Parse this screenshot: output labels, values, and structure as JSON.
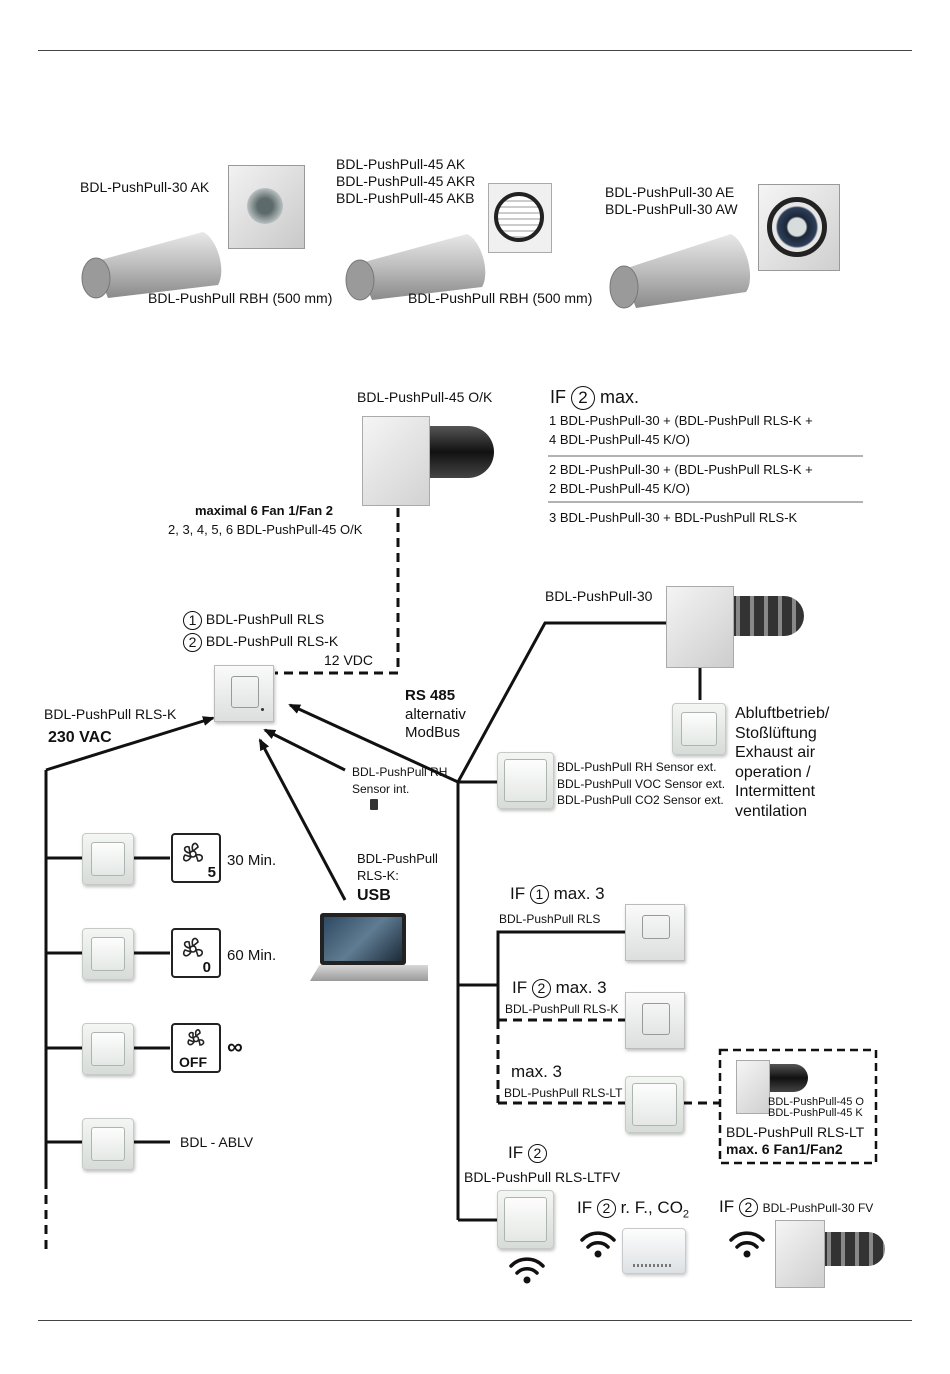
{
  "top_products": {
    "p1_label": "BDL-PushPull-30 AK",
    "p2_labels": [
      "BDL-PushPull-45 AK",
      "BDL-PushPull-45 AKR",
      "BDL-PushPull-45 AKB"
    ],
    "p3_labels": [
      "BDL-PushPull-30 AE",
      "BDL-PushPull-30 AW"
    ],
    "pipe1_label": "BDL-PushPull RBH (500 mm)",
    "pipe2_label": "BDL-PushPull RBH (500 mm)"
  },
  "fan45": {
    "label": "BDL-PushPull-45 O/K",
    "maximal": "maximal 6 Fan 1/Fan 2",
    "list": "2, 3, 4, 5, 6 BDL-PushPull-45 O/K"
  },
  "if_box": {
    "prefix": "IF",
    "num": "2",
    "suffix": "max.",
    "rows": [
      [
        "1 BDL-PushPull-30 + (BDL-PushPull RLS-K +",
        "4 BDL-PushPull-45 K/O)"
      ],
      [
        "2 BDL-PushPull-30 + (BDL-PushPull RLS-K +",
        "2 BDL-PushPull-45 K/O)"
      ],
      [
        "3 BDL-PushPull-30 + BDL-PushPull RLS-K"
      ]
    ]
  },
  "controller": {
    "num1": "1",
    "num2": "2",
    "rls": "BDL-PushPull RLS",
    "rlsk": "BDL-PushPull RLS-K",
    "vdc": "12 VDC",
    "rlsk_left": "BDL-PushPull RLS-K",
    "vac": "230 VAC"
  },
  "rs485": {
    "title": "RS 485",
    "line2": "alternativ",
    "line3": "ModBus"
  },
  "pp30": {
    "label": "BDL-PushPull-30"
  },
  "exhaust": {
    "lines": [
      "Abluftbetrieb/",
      "Stoßlüftung",
      "Exhaust air",
      "operation /",
      "Intermittent",
      "ventilation"
    ]
  },
  "sensors": {
    "lines": [
      "BDL-PushPull RH Sensor ext.",
      "BDL-PushPull VOC Sensor ext.",
      "BDL-PushPull CO2 Sensor ext."
    ]
  },
  "rh_int": {
    "line1": "BDL-PushPull RH",
    "line2": "Sensor int."
  },
  "usb": {
    "line1": "BDL-PushPull",
    "line2": "RLS-K:",
    "line3": "USB"
  },
  "switches": [
    {
      "fan_digit": "5",
      "label": "30 Min."
    },
    {
      "fan_digit": "0",
      "label": "60 Min."
    },
    {
      "fan_digit": "OFF",
      "label": "∞"
    },
    {
      "label": "BDL - ABLV"
    }
  ],
  "right_branch": {
    "if1": {
      "prefix": "IF",
      "num": "1",
      "suffix": "max. 3",
      "label": "BDL-PushPull RLS"
    },
    "if2": {
      "prefix": "IF",
      "num": "2",
      "suffix": "max. 3",
      "label": "BDL-PushPull RLS-K"
    },
    "lt": {
      "title": "max. 3",
      "label": "BDL-PushPull RLS-LT"
    },
    "ltbox": {
      "line1": "BDL-PushPull-45 O",
      "line2": "BDL-PushPull-45 K",
      "line3": "BDL-PushPull RLS-LT",
      "line4": "max. 6 Fan1/Fan2"
    },
    "ltfv": {
      "prefix": "IF",
      "num": "2",
      "label": "BDL-PushPull RLS-LTFV"
    },
    "co2": {
      "prefix": "IF",
      "num": "2",
      "text": "r. F., CO",
      "sub": "2"
    },
    "fv30": {
      "prefix": "IF",
      "num": "2",
      "label": "BDL-PushPull-30 FV"
    }
  },
  "colors": {
    "line": "#111111",
    "device": "#e8eaea"
  }
}
